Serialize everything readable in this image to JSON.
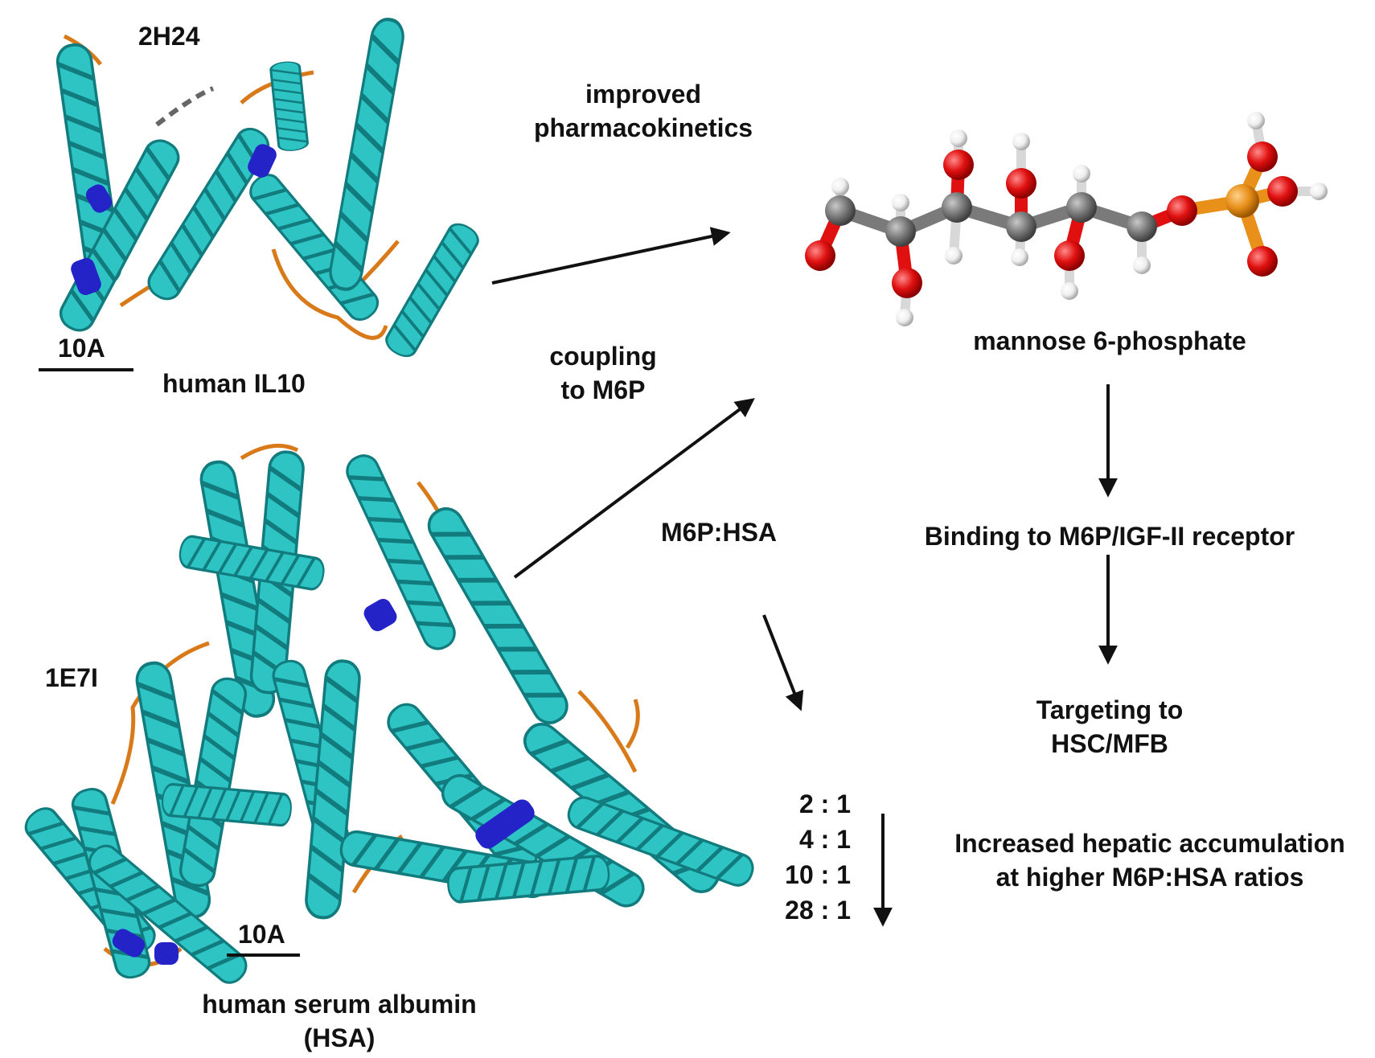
{
  "labels": {
    "pdb_il10": "2H24",
    "name_il10": "human IL10",
    "scale_il10": "10A",
    "pdb_hsa": "1E7I",
    "name_hsa_line1": "human serum albumin",
    "name_hsa_line2": "(HSA)",
    "scale_hsa": "10A",
    "improved_line1": "improved",
    "improved_line2": "pharmacokinetics",
    "coupling_line1": "coupling",
    "coupling_line2": "to M6P",
    "m6p_hsa": "M6P:HSA",
    "molecule": "mannose 6-phosphate",
    "binding": "Binding to M6P/IGF-II receptor",
    "targeting_line1": "Targeting to",
    "targeting_line2": "HSC/MFB",
    "accum_line1": "Increased hepatic accumulation",
    "accum_line2": "at higher M6P:HSA ratios"
  },
  "ratios": [
    "2 : 1",
    "4 : 1",
    "10 : 1",
    "28 : 1"
  ],
  "colors": {
    "helix": "#2ec4c4",
    "helix_dark": "#127b7e",
    "loop": "#d97a1a",
    "highlight": "#2323c8",
    "carbon": "#7a7a7a",
    "oxygen": "#e01010",
    "hydrogen": "#f2f2f2",
    "phosphorus": "#e8901a",
    "arrow": "#111111"
  }
}
